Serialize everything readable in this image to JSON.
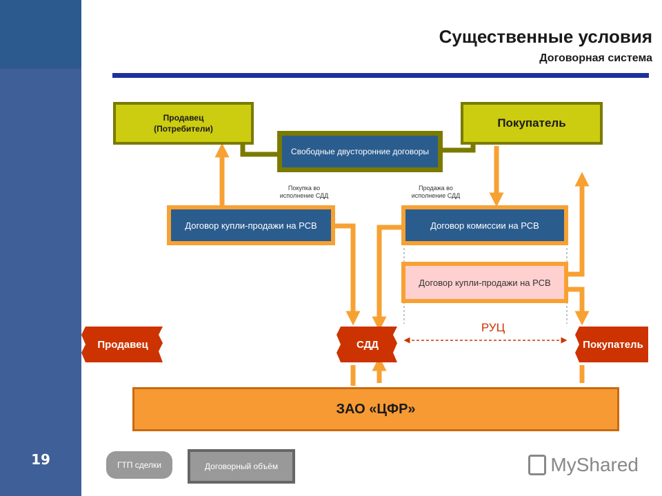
{
  "page_number": "19",
  "header": {
    "title": "Существенные условия",
    "subtitle": "Договорная система"
  },
  "diagram": {
    "seller_top": [
      "Продавец",
      "(Потребители)"
    ],
    "buyer_top": "Покупатель",
    "free_contracts": "Свободные двусторонние договоры",
    "note_purchase": [
      "Покупка во",
      "исполнение СДД"
    ],
    "note_sale": [
      "Продажа во",
      "исполнение СДД"
    ],
    "contract_sale_left": "Договор купли-продажи на РСВ",
    "contract_commission": "Договор комиссии на РСВ",
    "contract_sale_right": "Договор купли-продажи на РСВ",
    "ruc": "РУЦ",
    "seller_bottom": "Продавец",
    "sdd": "СДД",
    "buyer_bottom": "Покупатель",
    "cfr": "ЗАО «ЦФР»"
  },
  "legend": {
    "gtp": "ГТП сделки",
    "volume": "Договорный объём"
  },
  "logo": {
    "text": "MyShared"
  },
  "colors": {
    "sidebar": "#3f5f98",
    "arrow": "#f7a133",
    "green": "#cccc11",
    "blue_box": "#2a5c8e",
    "red_label": "#cc3300"
  }
}
